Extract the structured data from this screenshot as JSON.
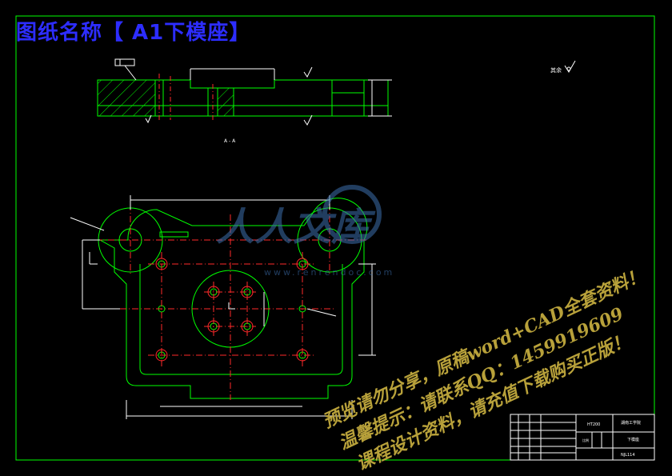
{
  "title": "图纸名称【 A1下模座】",
  "section_label": "A - A",
  "roughness_note": "其余",
  "watermark": {
    "logo_text": "人人文库",
    "site": "www.renrendoc.com",
    "line1": "预览请勿分享，原稿word+CAD全套资料！",
    "line2": "温馨提示：请联系QQ：1459919609",
    "line3": "课程设计资料，请充值下载购买正版！"
  },
  "title_block": {
    "material": "HT200",
    "part_name": "下模座",
    "company": "湖南工学院",
    "drawing_no": "NJL114",
    "scale_label": "比例"
  },
  "colors": {
    "frame": "#00ff00",
    "outline": "#00ff00",
    "hatch": "#00ff00",
    "center": "#ff2a2a",
    "dimension": "#ffffff",
    "title": "#2d2dff",
    "watermark": "#b8a13a"
  }
}
